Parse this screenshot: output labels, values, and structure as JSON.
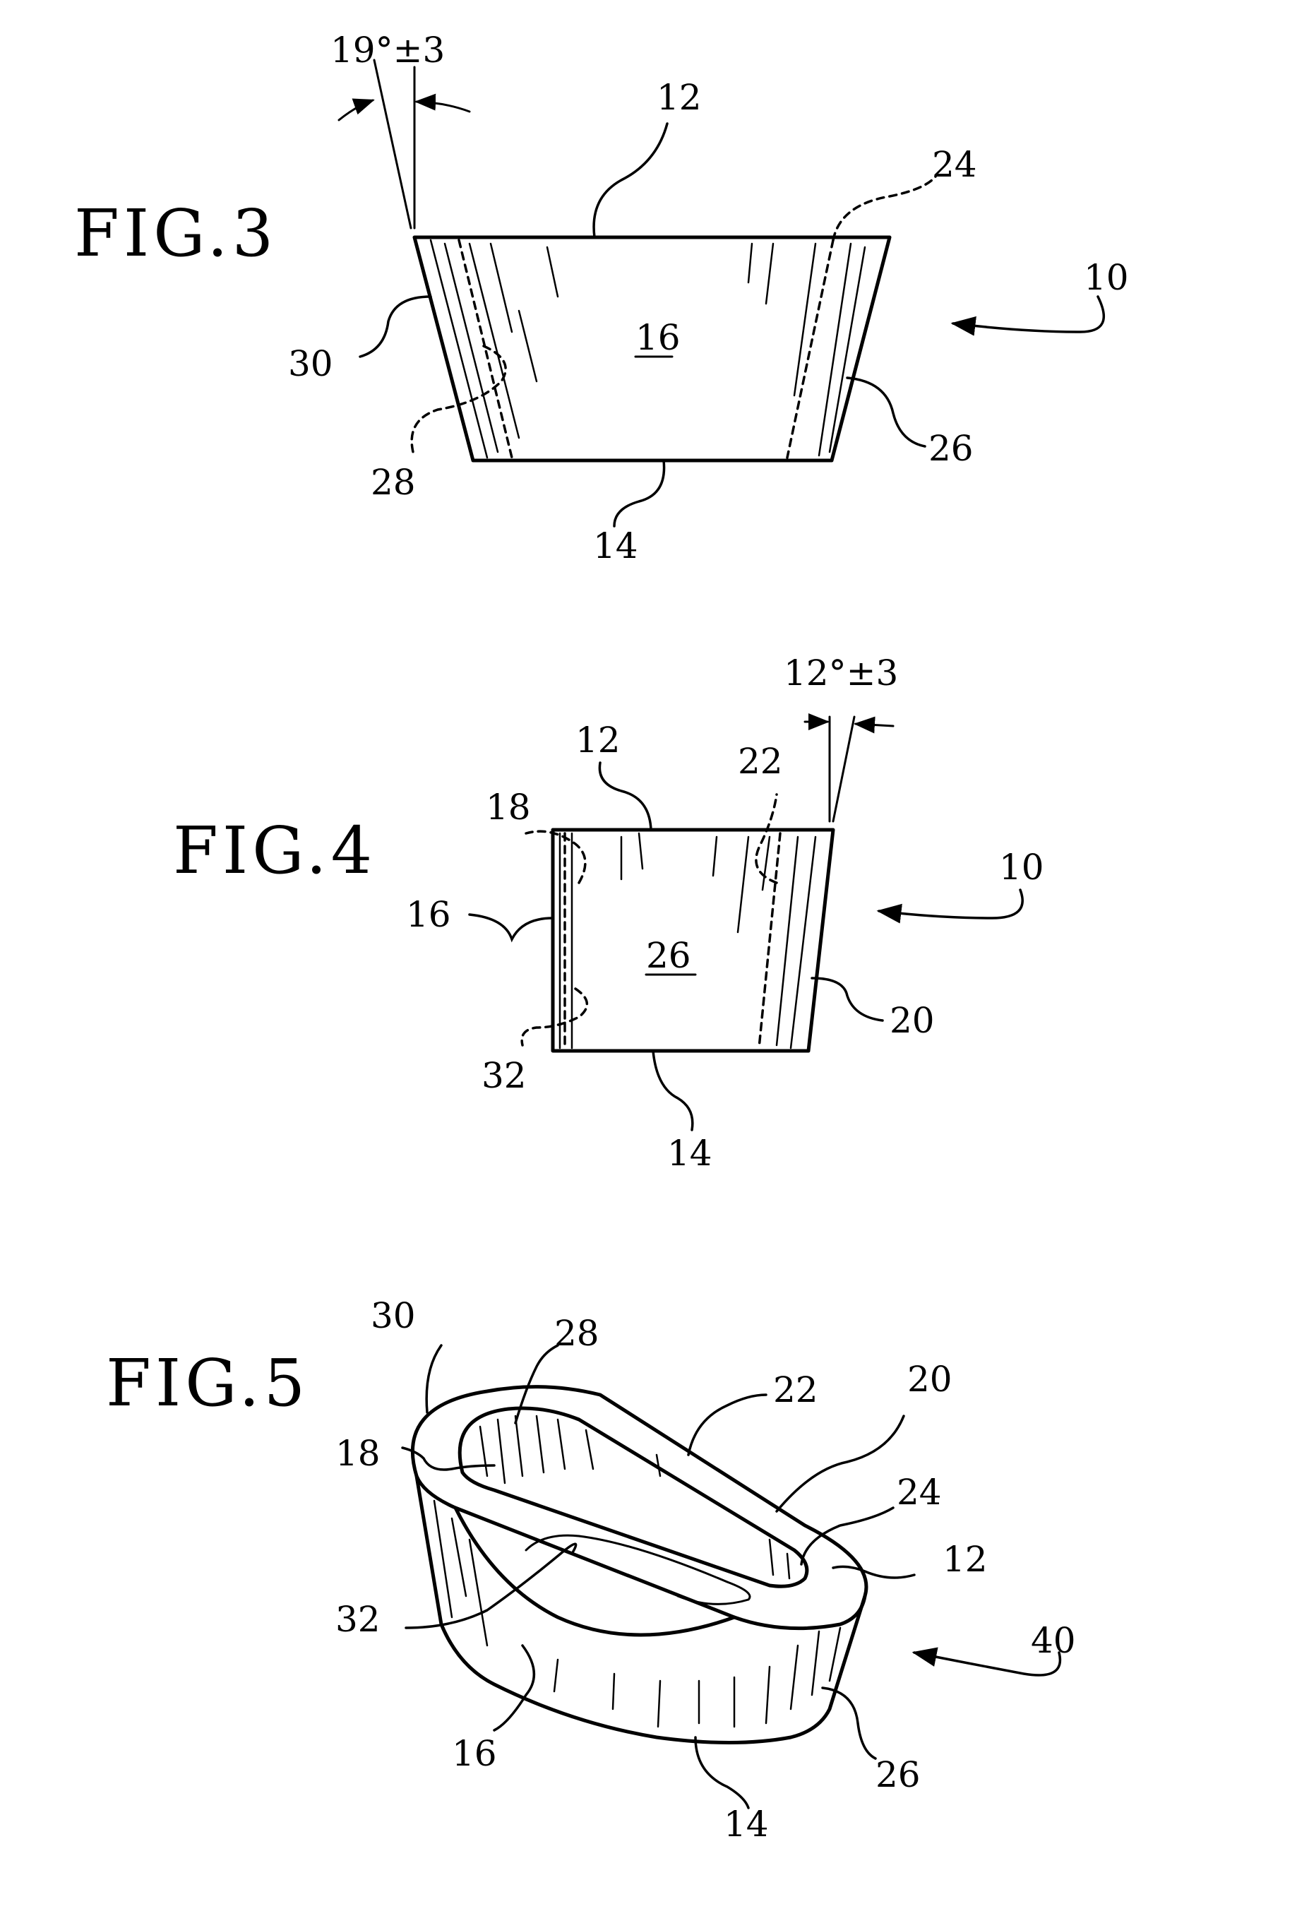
{
  "figures": [
    {
      "id": "fig3",
      "title": "FIG.3",
      "angle_label": "19°±3",
      "face_label": "16",
      "refs": {
        "top": "12",
        "bottom": "14",
        "assembly": "10",
        "left_outer": "30",
        "left_inner": "28",
        "right_inner": "24",
        "right_outer": "26"
      }
    },
    {
      "id": "fig4",
      "title": "FIG.4",
      "angle_label": "12°±3",
      "face_label": "26",
      "refs": {
        "top": "12",
        "bottom": "14",
        "assembly": "10",
        "left_outer": "16",
        "left_inner_top": "18",
        "left_inner_bottom": "32",
        "right_inner": "22",
        "right_outer": "20"
      }
    },
    {
      "id": "fig5",
      "title": "FIG.5",
      "refs": {
        "r30": "30",
        "r28": "28",
        "r22": "22",
        "r20": "20",
        "r18": "18",
        "r24": "24",
        "r12": "12",
        "r32": "32",
        "r40": "40",
        "r16": "16",
        "r26": "26",
        "r14": "14"
      }
    }
  ]
}
